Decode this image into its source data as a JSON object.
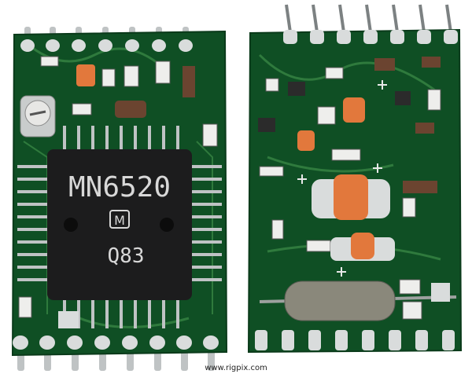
{
  "photo": {
    "subject": "two small surface-mount circuit boards, front and back",
    "colors": {
      "pcb": "#0f4f24",
      "pcb_dark": "#0a3a1a",
      "trace": "#2f7a3d",
      "pin": "#bfc3c4",
      "pin_dark": "#7c8182",
      "solder": "#d9dcdc",
      "chip": "#1c1c1d",
      "chip_text": "#d8d8d8",
      "capacitor": "#e2783c",
      "component_brown": "#6b4430",
      "resistor": "#2b2b2b",
      "resistor_body": "#eeeeec"
    }
  },
  "left_board": {
    "chip": {
      "part_number": "MN6520",
      "logo_mark": "M",
      "code": "Q83"
    }
  },
  "watermark": "www.rigpix.com"
}
